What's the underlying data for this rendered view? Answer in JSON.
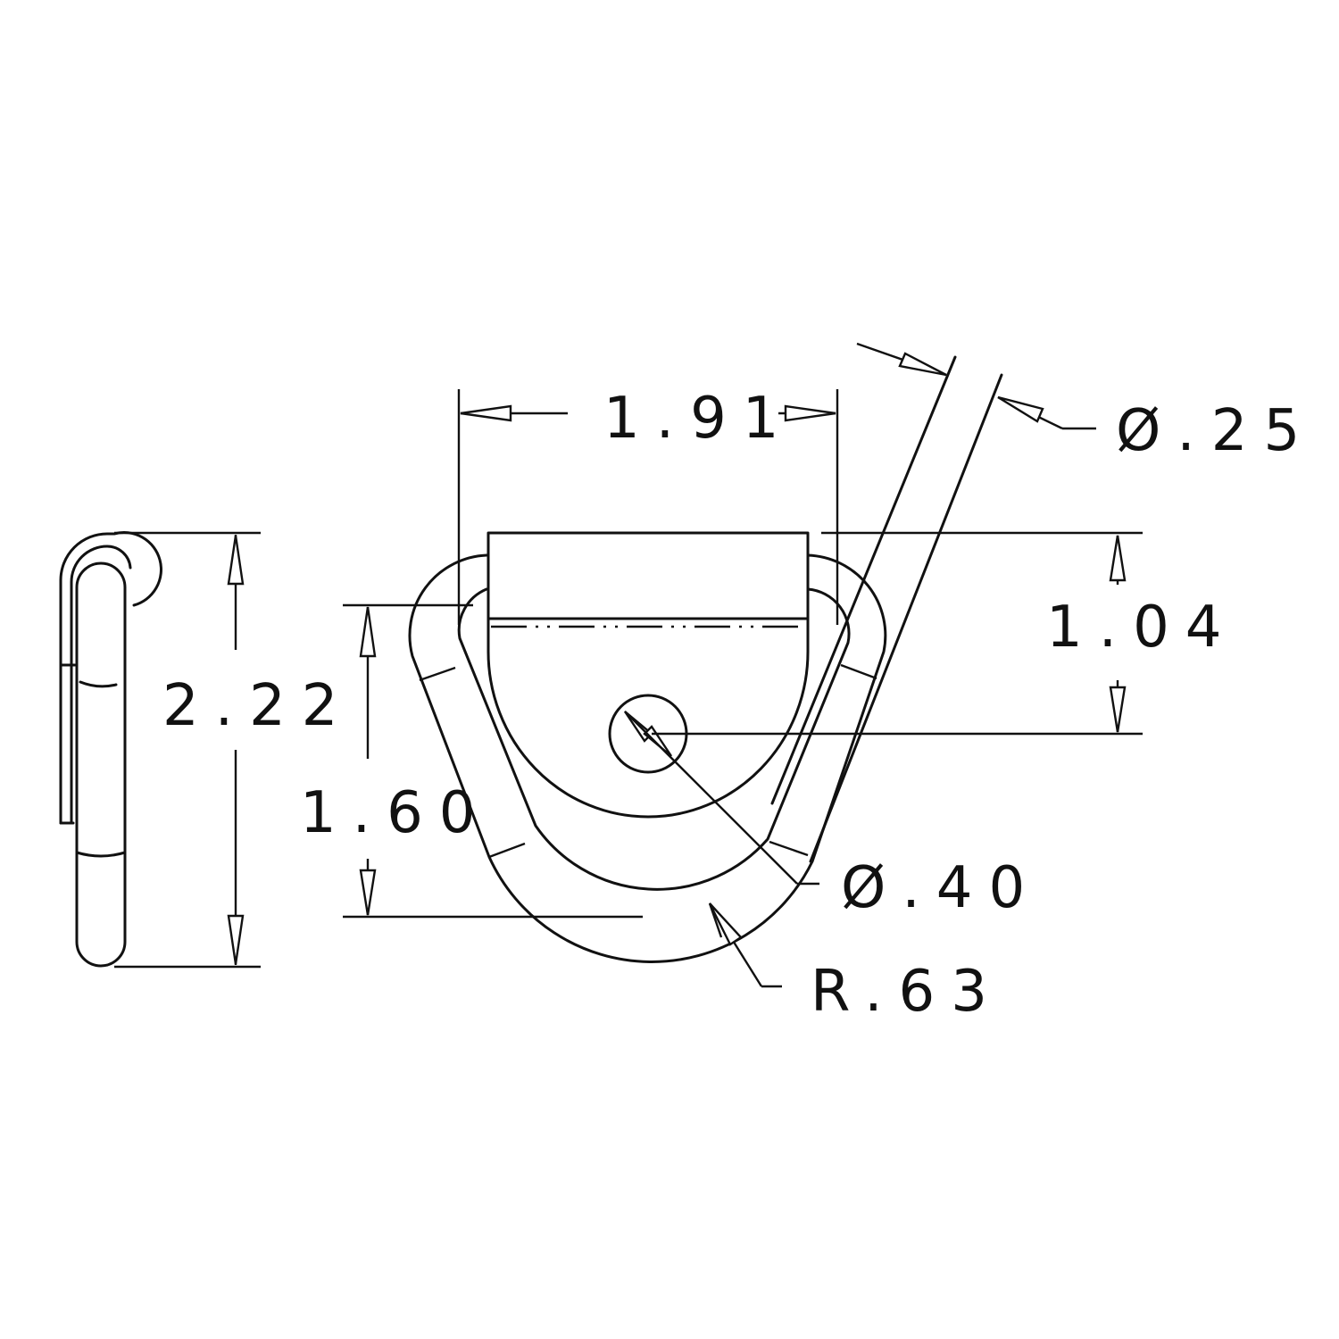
{
  "drawing": {
    "type": "engineering-drawing",
    "subject": "D-ring tie-down with mounting clip",
    "line_color": "#111111",
    "background": "#ffffff"
  },
  "dimensions": {
    "width_top": "1.91",
    "wire_diameter": "Ø.25",
    "center_height": "1.04",
    "overall_height_side": "2.22",
    "ring_height": "1.60",
    "hole_diameter": "Ø.40",
    "bend_radius": "R.63"
  }
}
